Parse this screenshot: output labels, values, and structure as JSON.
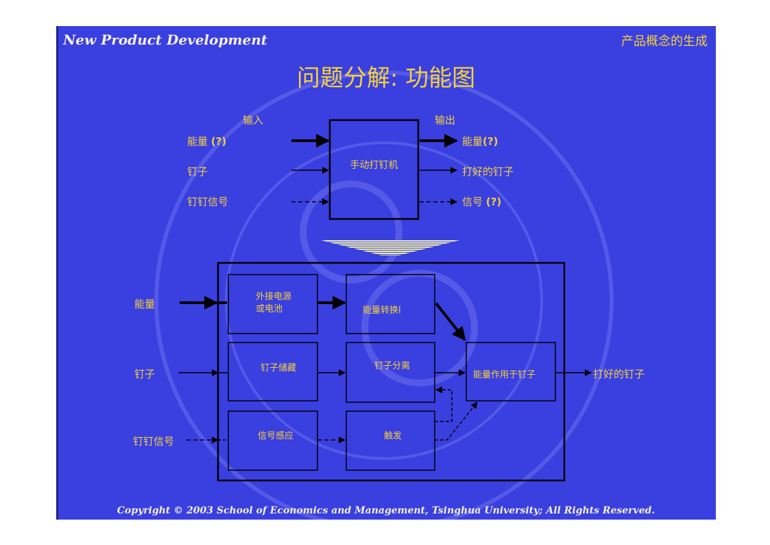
{
  "header": {
    "brand": "New Product Development",
    "section": "产品概念的生成"
  },
  "title": "问题分解: 功能图",
  "top_diagram": {
    "input_header": "输入",
    "output_header": "输出",
    "box_label": "手动打钉机",
    "inputs": [
      {
        "text": "能量 ",
        "q": "(?)"
      },
      {
        "text": "钉子",
        "q": ""
      },
      {
        "text": "钉钉信号",
        "q": ""
      }
    ],
    "outputs": [
      {
        "text": "能量",
        "q": "(?)"
      },
      {
        "text": "打好的钉子",
        "q": ""
      },
      {
        "text": "信号 ",
        "q": "(?)"
      }
    ]
  },
  "bottom_diagram": {
    "inputs": [
      "能量",
      "钉子",
      "钉钉信号"
    ],
    "output": "打好的钉子",
    "boxes": {
      "power_source_line1": "外接电源",
      "power_source_line2": "或电池",
      "energy_conversion": "能量转换l",
      "nail_storage": "钉子储藏",
      "nail_separation": "钉子分离",
      "apply_energy": "能量作用于钉子",
      "signal_sensing": "信号感应",
      "trigger": "触发"
    }
  },
  "footer": "Copyright © 2003 School of Economics and Management, Tsinghua University; All Rights Reserved."
}
